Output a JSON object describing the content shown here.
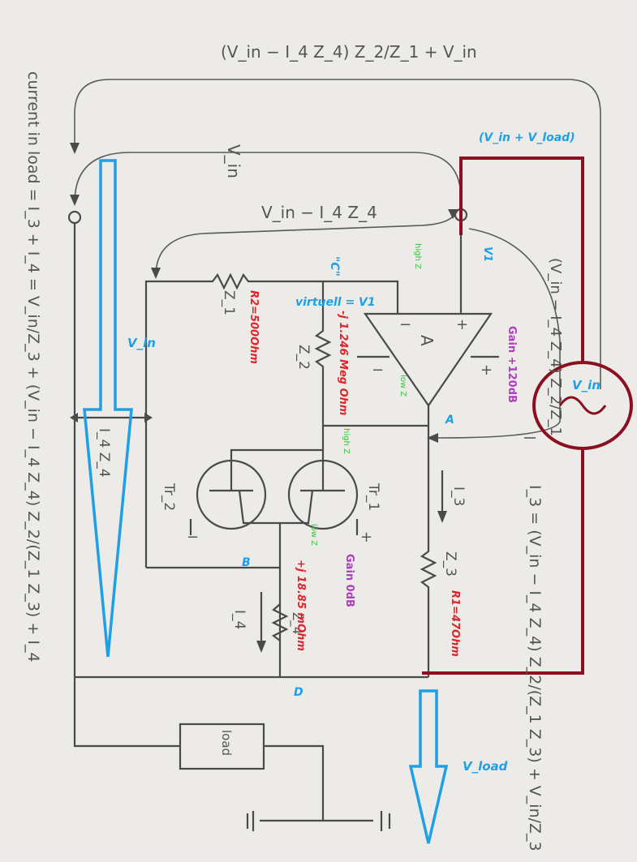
{
  "colors": {
    "ink": "#4a4a4a",
    "blue_annotation": "#1fa0e6",
    "red_annotation": "#e0242c",
    "purple_annotation": "#b03cc0",
    "green_annotation": "#3cc040",
    "source_wire": "#8a1020"
  },
  "equations": {
    "top_feedback": "(V_in − I_4 Z_4) Z_2/Z_1 + V_in",
    "vin_arc": "V_in",
    "vin_minus_i4z4": "V_in − I_4 Z_4",
    "right_arc": "(V_in − I_4 Z_4) Z_2/Z_1",
    "current_in_load": "current in load = I_3 + I_4 = V_in/Z_3 + (V_in − I_4 Z_4) Z_2/(Z_1 Z_3) + I_4",
    "i3_formula": "I_3 = (V_in − I_4 Z_4) Z_2/(Z_1 Z_3) + V_in/Z_3",
    "i4z4": "I_4 Z_4"
  },
  "components": {
    "z1": "Z_1",
    "z2": "Z_2",
    "z3": "Z_3",
    "z4": "Z_4",
    "amp": "A",
    "tr1": "Tr_1",
    "tr2": "Tr_2",
    "i3": "I_3",
    "i4": "I_4",
    "load": "load",
    "amp_minus": "−",
    "amp_plus": "+",
    "supply_minus": "−",
    "supply_plus": "+"
  },
  "annotations": {
    "vin_plus_vload": "(V_in + V_load)",
    "v1": "V1",
    "c_node": "\"C\"",
    "virtuell": "virtuell = V1",
    "r2": "R2=500Ohm",
    "z2_value": "-j 1.246 Meg Ohm",
    "v_in_left": "V_in",
    "v_in_source": "V_in",
    "gain_amp": "Gain +120dB",
    "gain_tr": "Gain 0dB",
    "a_node": "A",
    "b_node": "B",
    "d_node": "D",
    "z4_value": "+j 18.85 mOhm",
    "r1": "R1=47Ohm",
    "v_load": "V_load",
    "high_z_1": "high Z",
    "low_z_1": "low Z",
    "high_z_2": "high Z",
    "low_z_2": "low Z"
  }
}
